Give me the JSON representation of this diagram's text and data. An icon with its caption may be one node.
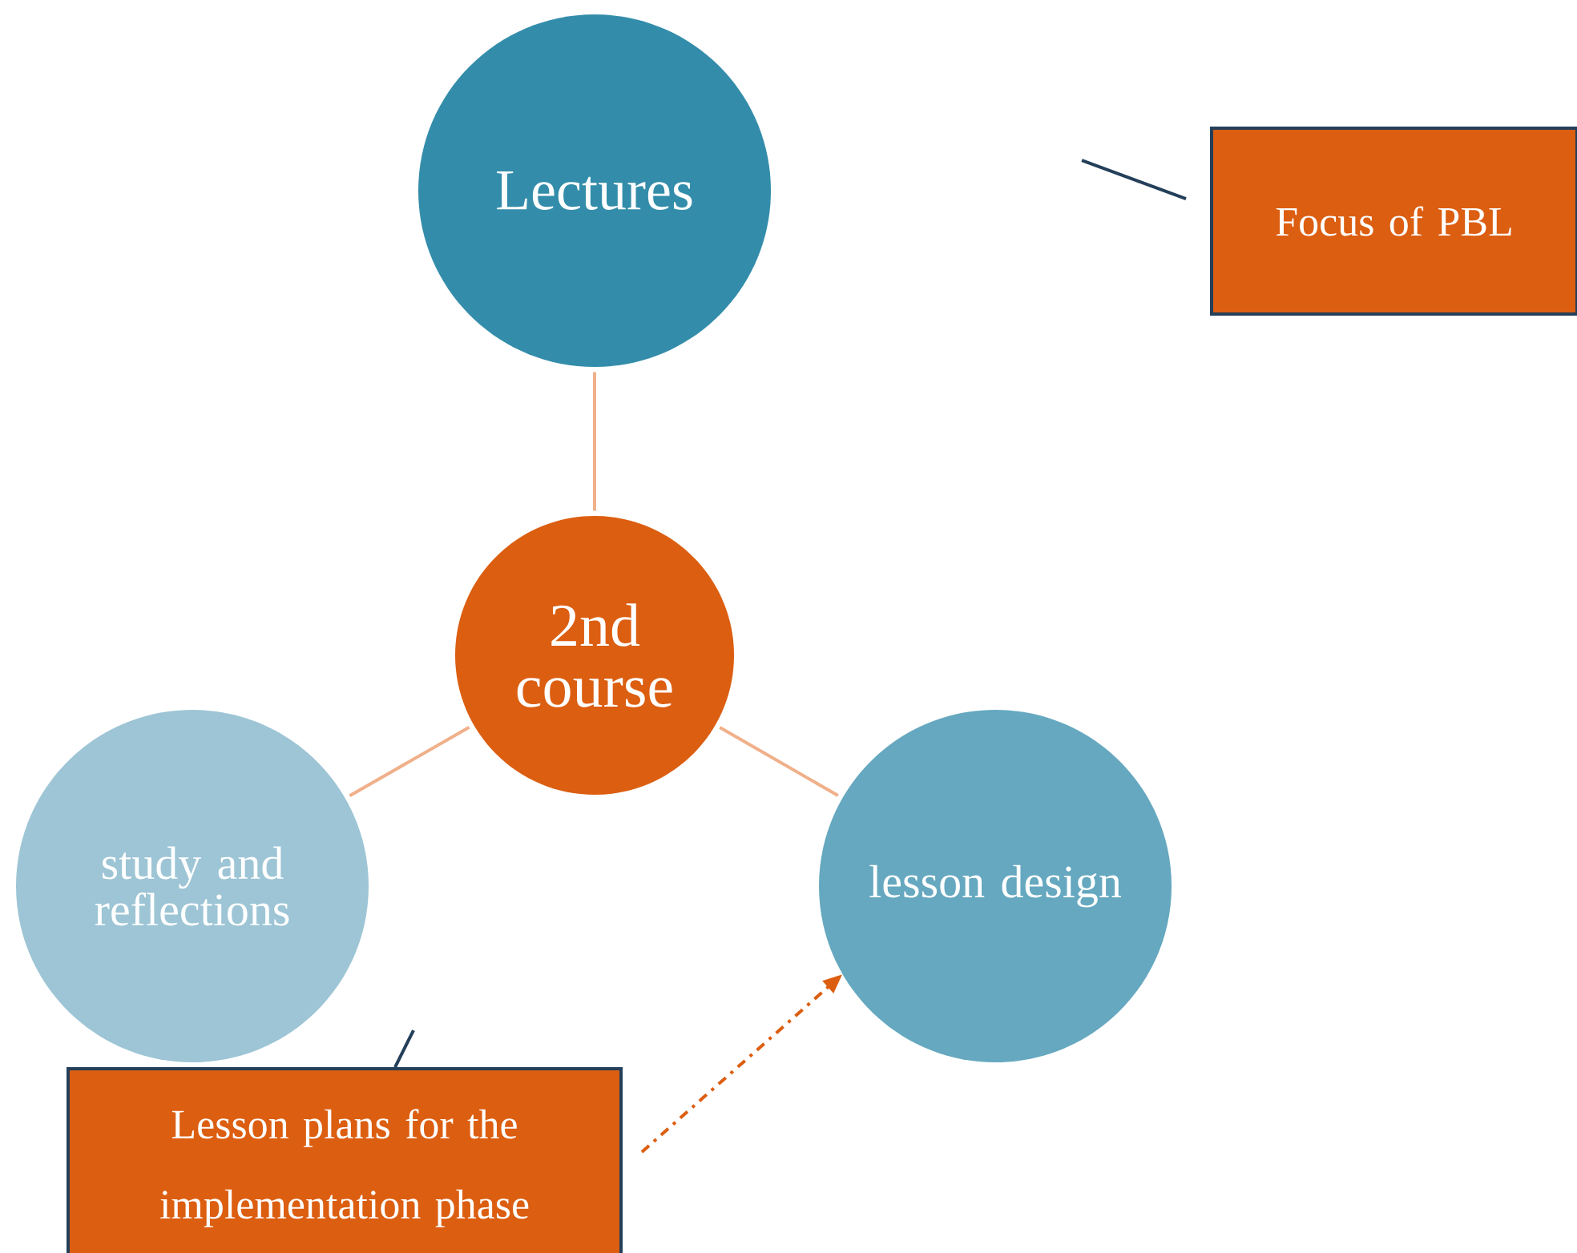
{
  "diagram": {
    "nodes": [
      {
        "text": [
          "Lectures"
        ]
      },
      {
        "text": [
          "Focus of PBL"
        ]
      },
      {
        "text": [
          "2nd course"
        ]
      },
      {
        "text": [
          "study and reflections"
        ]
      },
      {
        "text": [
          "lesson design"
        ]
      },
      {
        "text": [
          "Lesson plans for the implementation phase"
        ]
      }
    ],
    "edges": [
      {
        "from": 2,
        "to": 0,
        "arrow": "none"
      },
      {
        "from": 2,
        "to": 3,
        "arrow": "none"
      },
      {
        "from": 2,
        "to": 4,
        "arrow": "none"
      },
      {
        "from": 1,
        "to": null,
        "arrow": "none",
        "color": "#243f5a"
      },
      {
        "from": 5,
        "to": null,
        "arrow": "none",
        "color": "#243f5a"
      },
      {
        "from": 5,
        "to": 4,
        "arrow": "to",
        "style": "dashed",
        "color": "#dc5e11"
      }
    ]
  }
}
